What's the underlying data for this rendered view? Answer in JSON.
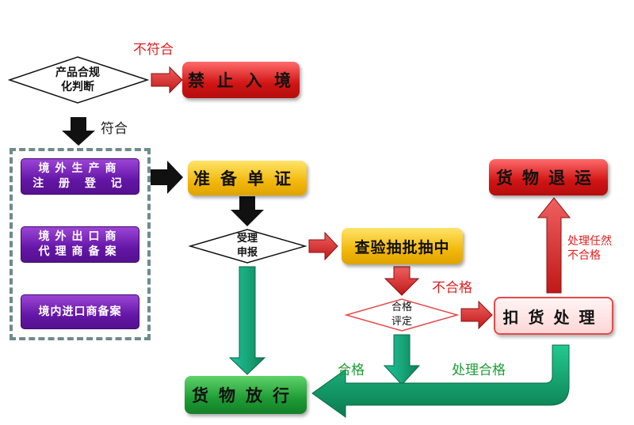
{
  "nodes": {
    "compliance_check": "产品合规\n化判断",
    "entry_prohibited": "禁 止 入 境",
    "overseas_producer": "境外生产商\n注 册 登 记",
    "overseas_exporter": "境外出口商\n代理商备案",
    "domestic_importer": "境内进口商备案",
    "prepare_docs": "准备单证",
    "accept_declare": "受理\n申报",
    "inspection_sampling": "查验抽批抽中",
    "qualification_check": "合格\n评定",
    "detain_goods": "扣货处理",
    "goods_return": "货物退运",
    "goods_release": "货物放行"
  },
  "edge_labels": {
    "not_compliant_top": "不符合",
    "compliant": "符合",
    "not_qualified": "不合格",
    "still_not_qualified": "处理任然\n不合格",
    "qualified": "合格",
    "handled_qualified": "处理合格"
  },
  "colors": {
    "red": "#d11414",
    "yellow": "#f2b80c",
    "green": "#1e9c34",
    "purple": "#6416a6",
    "label_red": "#e02020",
    "label_green": "#1e9c34"
  }
}
